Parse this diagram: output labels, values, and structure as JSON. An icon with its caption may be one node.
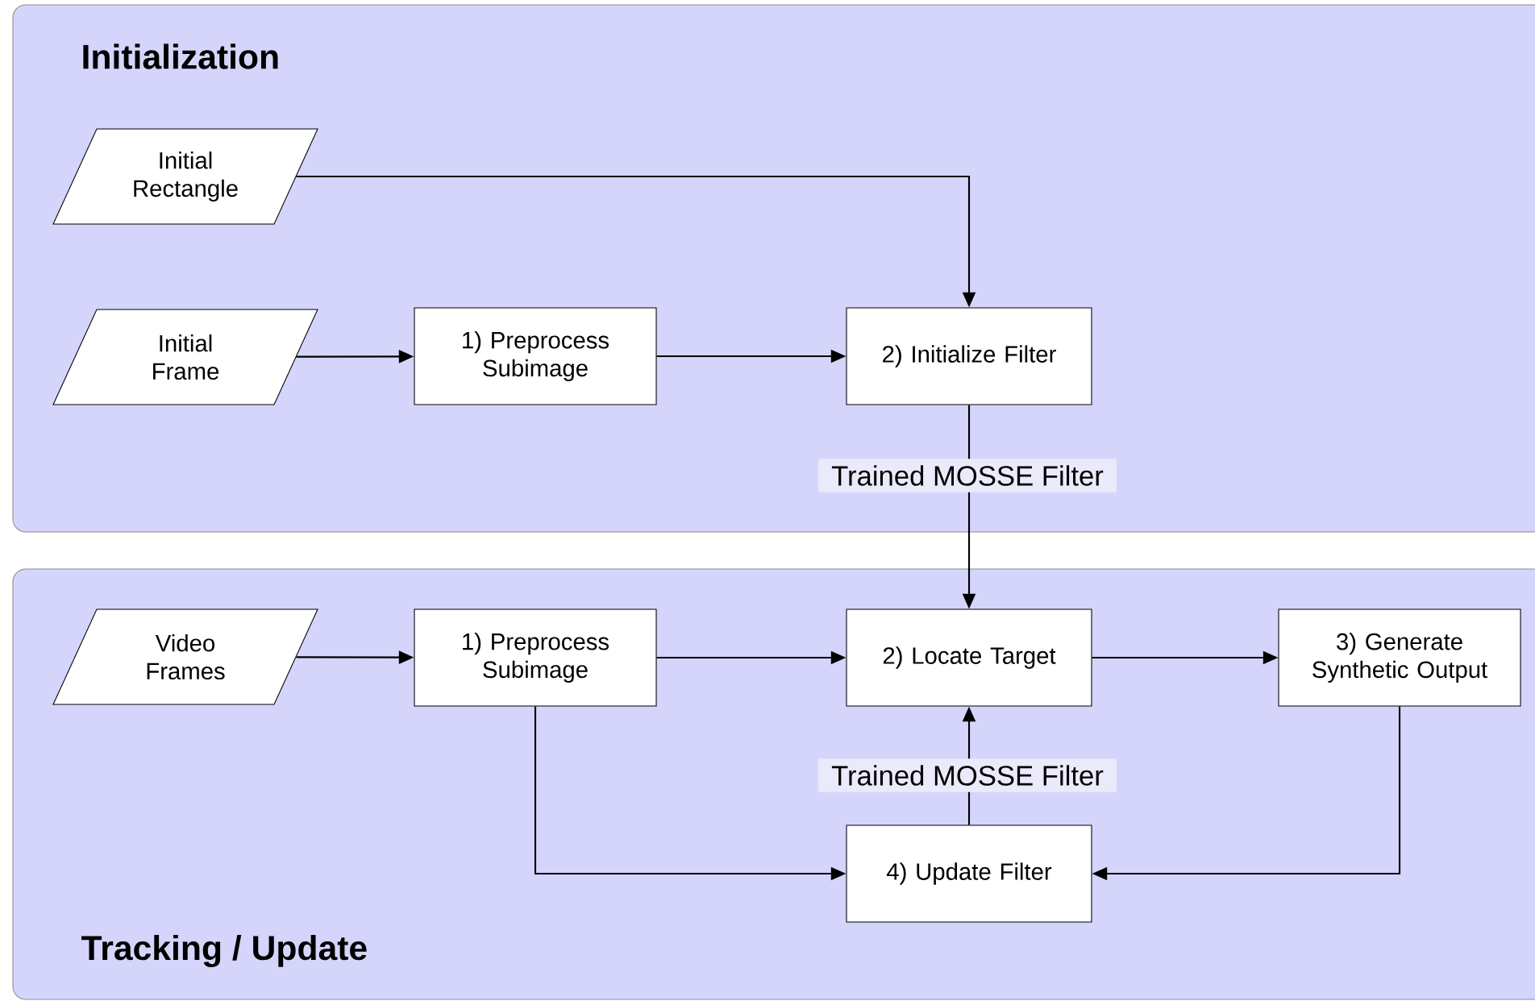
{
  "diagram": {
    "nodes": [
      {
        "text": [
          "Initialization"
        ]
      },
      {
        "text": [
          "Initial Rectangle"
        ],
        "in": 0
      },
      {
        "text": [
          "Initial Frame"
        ],
        "in": 0
      },
      {
        "text": [
          "1) Preprocess Subimage"
        ],
        "in": 0
      },
      {
        "text": [
          "2) Initialize Filter"
        ],
        "in": 0
      },
      {
        "text": [
          "Tracking / Update"
        ]
      },
      {
        "text": [
          "Video Frames"
        ],
        "in": 5
      },
      {
        "text": [
          "1) Preprocess Subimage"
        ],
        "in": 5
      },
      {
        "text": [
          "2) Locate Target"
        ],
        "in": 5
      },
      {
        "text": [
          "3) Generate Synthetic Output"
        ],
        "in": 5
      },
      {
        "text": [
          "4) Update Filter"
        ],
        "in": 5
      }
    ],
    "edges": [
      {
        "from": 1,
        "to": 4,
        "arrow": "to"
      },
      {
        "from": 2,
        "to": 3,
        "arrow": "to"
      },
      {
        "from": 3,
        "to": 4,
        "arrow": "to"
      },
      {
        "from": 4,
        "to": 8,
        "arrow": "to",
        "label": "Trained MOSSE Filter"
      },
      {
        "from": 6,
        "to": 7,
        "arrow": "to"
      },
      {
        "from": 7,
        "to": 8,
        "arrow": "to"
      },
      {
        "from": 8,
        "to": 9,
        "arrow": "to"
      },
      {
        "from": 7,
        "to": 10,
        "arrow": "to"
      },
      {
        "from": 9,
        "to": 10,
        "arrow": "to"
      },
      {
        "from": 10,
        "to": 8,
        "arrow": "to",
        "label": "Trained MOSSE Filter"
      }
    ]
  }
}
